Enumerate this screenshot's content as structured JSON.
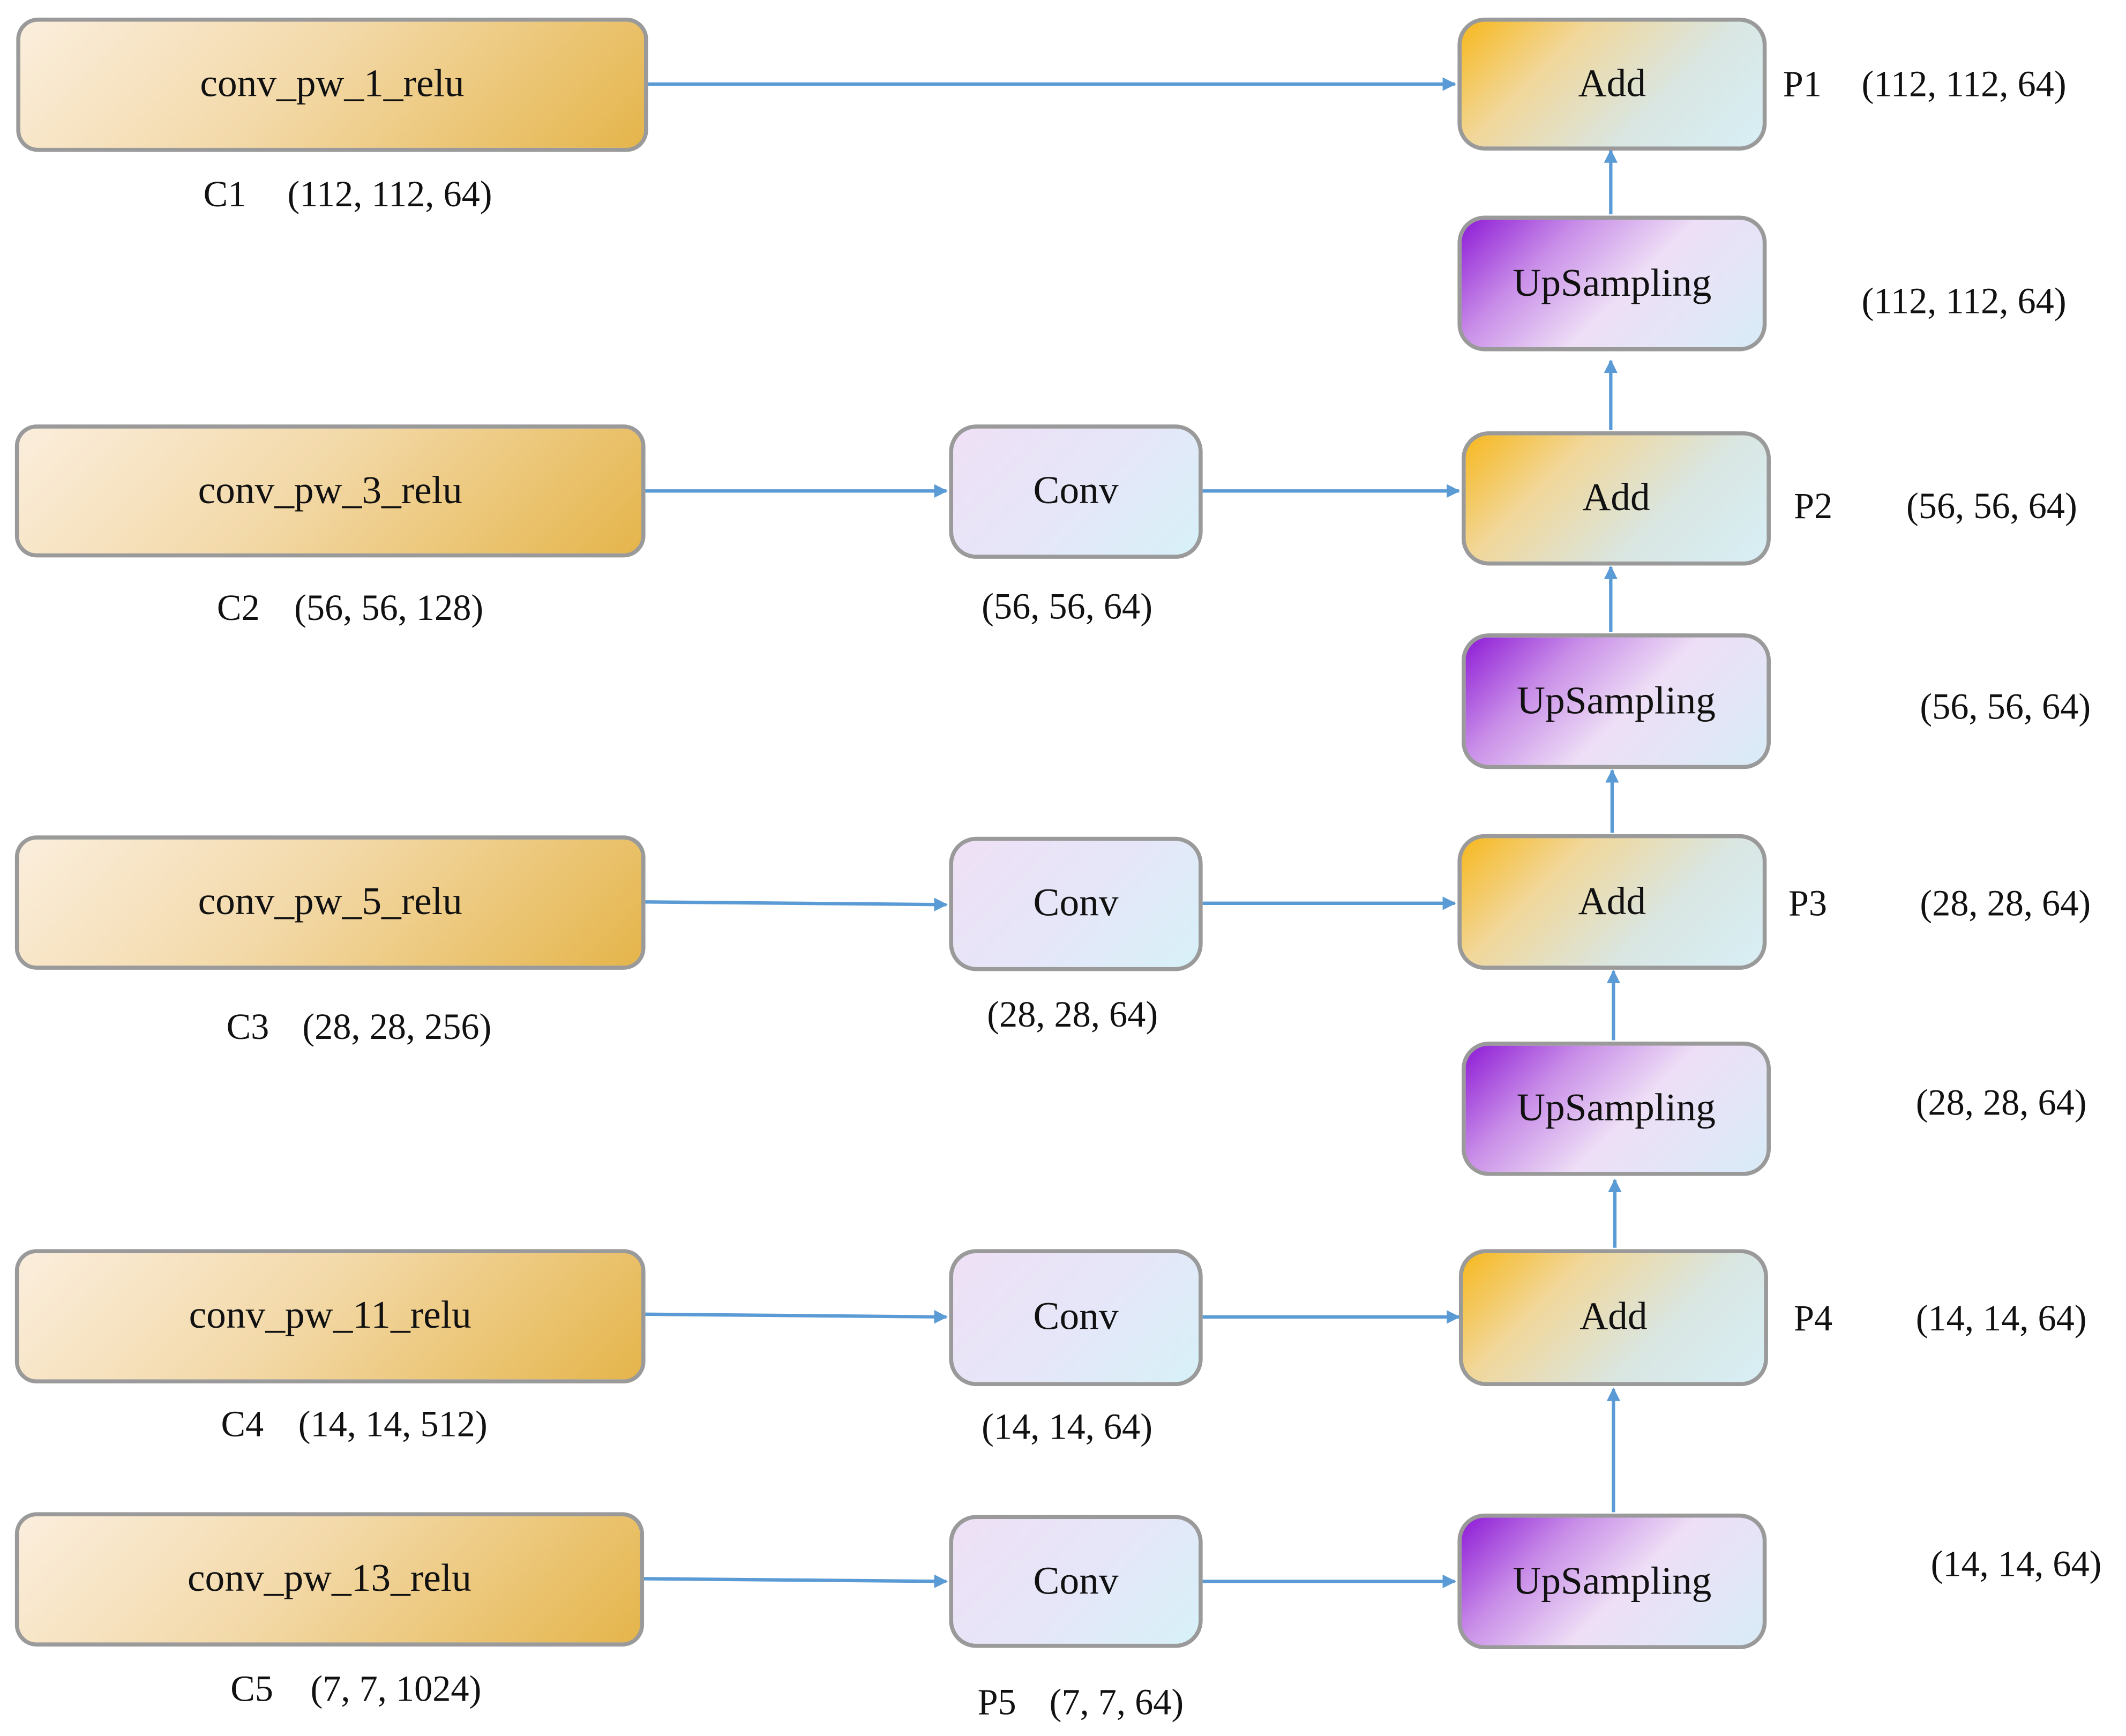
{
  "colors": {
    "arrow": "#5b9bd5",
    "border": "#9a9a9a"
  },
  "backbone": [
    {
      "label": "conv_pw_1_relu",
      "tag": "C1",
      "shape": "(112, 112, 64)"
    },
    {
      "label": "conv_pw_3_relu",
      "tag": "C2",
      "shape": "(56, 56, 128)"
    },
    {
      "label": "conv_pw_5_relu",
      "tag": "C3",
      "shape": "(28, 28, 256)"
    },
    {
      "label": "conv_pw_11_relu",
      "tag": "C4",
      "shape": "(14, 14, 512)"
    },
    {
      "label": "conv_pw_13_relu",
      "tag": "C5",
      "shape": "(7, 7, 1024)"
    }
  ],
  "conv": [
    {
      "label": "Conv",
      "shape": "(56, 56, 64)"
    },
    {
      "label": "Conv",
      "shape": "(28, 28, 64)"
    },
    {
      "label": "Conv",
      "shape": "(14, 14, 64)"
    },
    {
      "label": "Conv",
      "tag": "P5",
      "shape": "(7, 7, 64)"
    }
  ],
  "add": [
    {
      "label": "Add",
      "tag": "P1",
      "shape": "(112, 112, 64)"
    },
    {
      "label": "Add",
      "tag": "P2",
      "shape": "(56, 56, 64)"
    },
    {
      "label": "Add",
      "tag": "P3",
      "shape": "(28, 28, 64)"
    },
    {
      "label": "Add",
      "tag": "P4",
      "shape": "(14, 14, 64)"
    }
  ],
  "upsampling": [
    {
      "label": "UpSampling",
      "shape": "(112, 112, 64)"
    },
    {
      "label": "UpSampling",
      "shape": "(56, 56, 64)"
    },
    {
      "label": "UpSampling",
      "shape": "(28, 28, 64)"
    },
    {
      "label": "UpSampling",
      "shape": "(14, 14, 64)"
    }
  ]
}
